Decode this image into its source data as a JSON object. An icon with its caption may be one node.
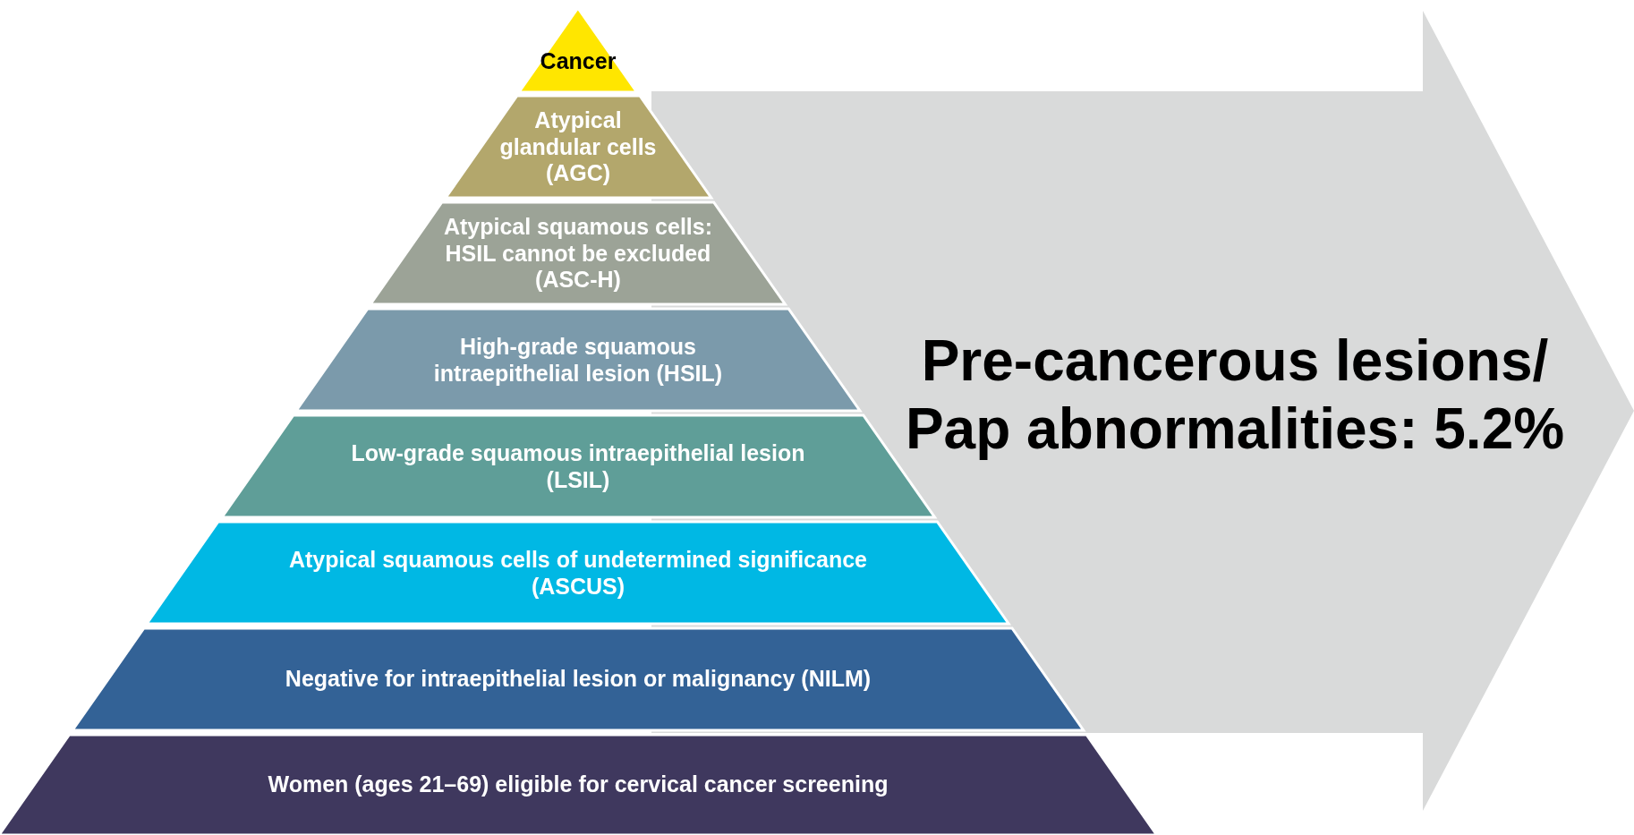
{
  "diagram": {
    "nodes": [
      {
        "text": [
          "Cancer"
        ]
      },
      {
        "text": [
          "Atypical glandular cells (AGC)"
        ]
      },
      {
        "text": [
          "Atypical squamous cells: HSIL cannot be excluded (ASC-H)"
        ]
      },
      {
        "text": [
          "High-grade squamous intraepithelial lesion (HSIL)"
        ]
      },
      {
        "text": [
          "Low-grade squamous intraepithelial lesion (LSIL)"
        ]
      },
      {
        "text": [
          "Atypical squamous cells of undetermined significance (ASCUS)"
        ]
      },
      {
        "text": [
          "Negative for intraepithelial lesion or malignancy (NILM)"
        ]
      },
      {
        "text": [
          "Women (ages 21–69)  eligible for cervical cancer screening"
        ]
      },
      {
        "text": [
          "Pre-cancerous lesions/ Pap abnormalities: 5.2%"
        ]
      }
    ],
    "edges": []
  }
}
